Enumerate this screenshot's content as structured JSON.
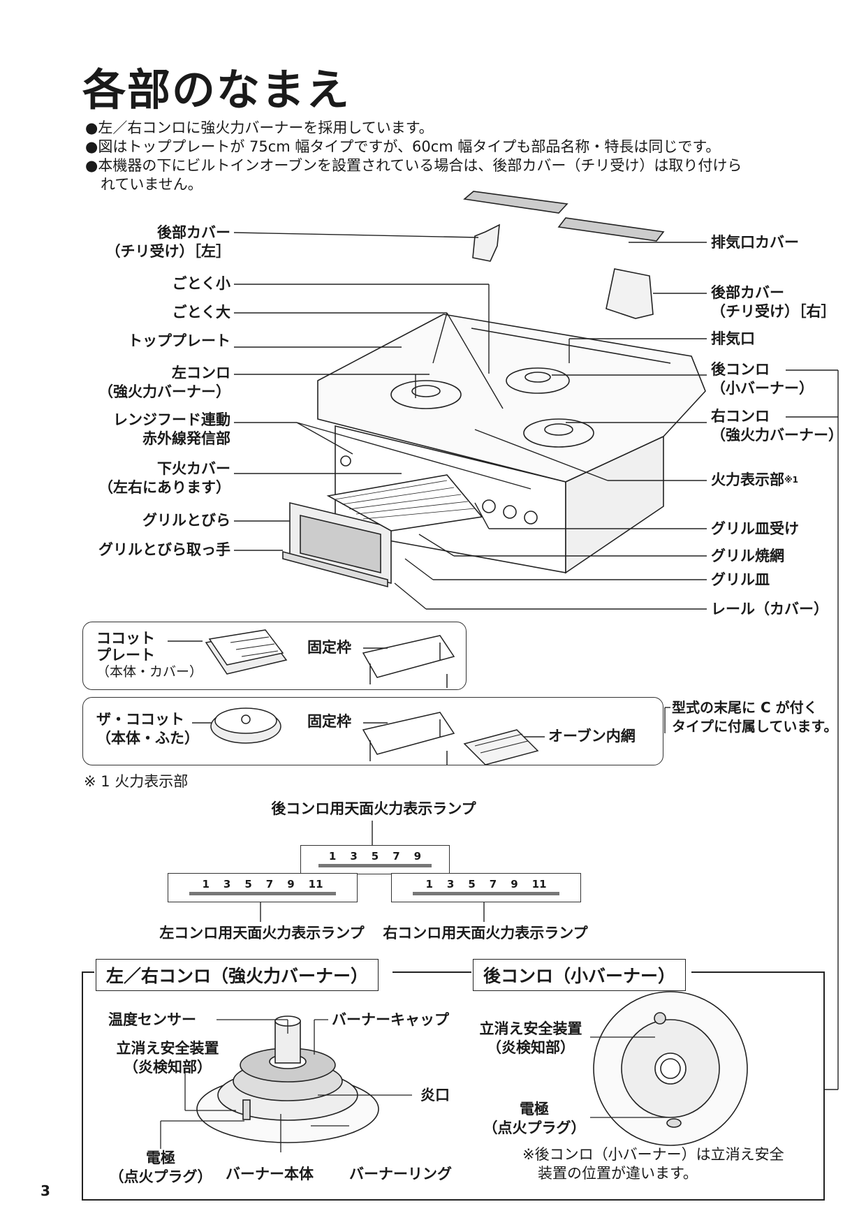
{
  "page_title": "各部のなまえ",
  "notes": [
    "●左／右コンロに強火力バーナーを採用しています。",
    "●図はトッププレートが 75cm 幅タイプですが、60cm 幅タイプも部品名称・特長は同じです。",
    "●本機器の下にビルトインオーブンを設置されている場合は、後部カバー（チリ受け）は取り付けら",
    "れていません。"
  ],
  "left_labels": {
    "rear_cover_left": [
      "後部カバー",
      "（チリ受け）［左］"
    ],
    "trivet_small": "ごとく小",
    "trivet_large": "ごとく大",
    "top_plate": "トッププレート",
    "left_burner": [
      "左コンロ",
      "（強火力バーナー）"
    ],
    "hood_link": [
      "レンジフード連動",
      "赤外線発信部"
    ],
    "lower_fire_cover": [
      "下火カバー",
      "（左右にあります）"
    ],
    "grill_door": "グリルとびら",
    "grill_door_handle": "グリルとびら取っ手"
  },
  "right_labels": {
    "exhaust_cover": "排気口カバー",
    "rear_cover_right": [
      "後部カバー",
      "（チリ受け）［右］"
    ],
    "exhaust_port": "排気口",
    "rear_burner": [
      "後コンロ",
      "（小バーナー）"
    ],
    "right_burner": [
      "右コンロ",
      "（強火力バーナー）"
    ],
    "flame_display": "火力表示部",
    "flame_display_mark": "※1",
    "grill_tray_holder": "グリル皿受け",
    "grill_net": "グリル焼網",
    "grill_tray": "グリル皿",
    "rail": "レール（カバー）"
  },
  "accessories": {
    "cocotte_plate": [
      "ココット",
      "プレート",
      "（本体・カバー）"
    ],
    "fixed_frame_1": "固定枠",
    "the_cocotte": [
      "ザ・ココット",
      "（本体・ふた）"
    ],
    "fixed_frame_2": "固定枠",
    "oven_net": "オーブン内網",
    "type_c_note": [
      "型式の末尾に C が付く",
      "タイプに付属しています。"
    ]
  },
  "flame_section": {
    "heading": "※ 1 火力表示部",
    "rear_lamp_label": "後コンロ用天面火力表示ランプ",
    "rear_lamp_numbers": [
      "1",
      "3",
      "5",
      "7",
      "9"
    ],
    "left_lamp_label": "左コンロ用天面火力表示ランプ",
    "left_lamp_numbers": [
      "1",
      "3",
      "5",
      "7",
      "9",
      "11"
    ],
    "right_lamp_label": "右コンロ用天面火力表示ランプ",
    "right_lamp_numbers": [
      "1",
      "3",
      "5",
      "7",
      "9",
      "11"
    ]
  },
  "burner_section": {
    "left_title": "左／右コンロ（強火力バーナー）",
    "right_title": "後コンロ（小バーナー）",
    "temp_sensor": "温度センサー",
    "burner_cap": "バーナーキャップ",
    "safety_device": [
      "立消え安全装置",
      "（炎検知部）"
    ],
    "flame_port": "炎口",
    "electrode": [
      "電極",
      "（点火プラグ）"
    ],
    "burner_body": "バーナー本体",
    "burner_ring": "バーナーリング",
    "rear_safety_device": [
      "立消え安全装置",
      "（炎検知部）"
    ],
    "rear_electrode": [
      "電極",
      "（点火プラグ）"
    ],
    "rear_note": [
      "※後コンロ（小バーナー）は立消え安全",
      "装置の位置が違います。"
    ]
  },
  "page_number": "3"
}
